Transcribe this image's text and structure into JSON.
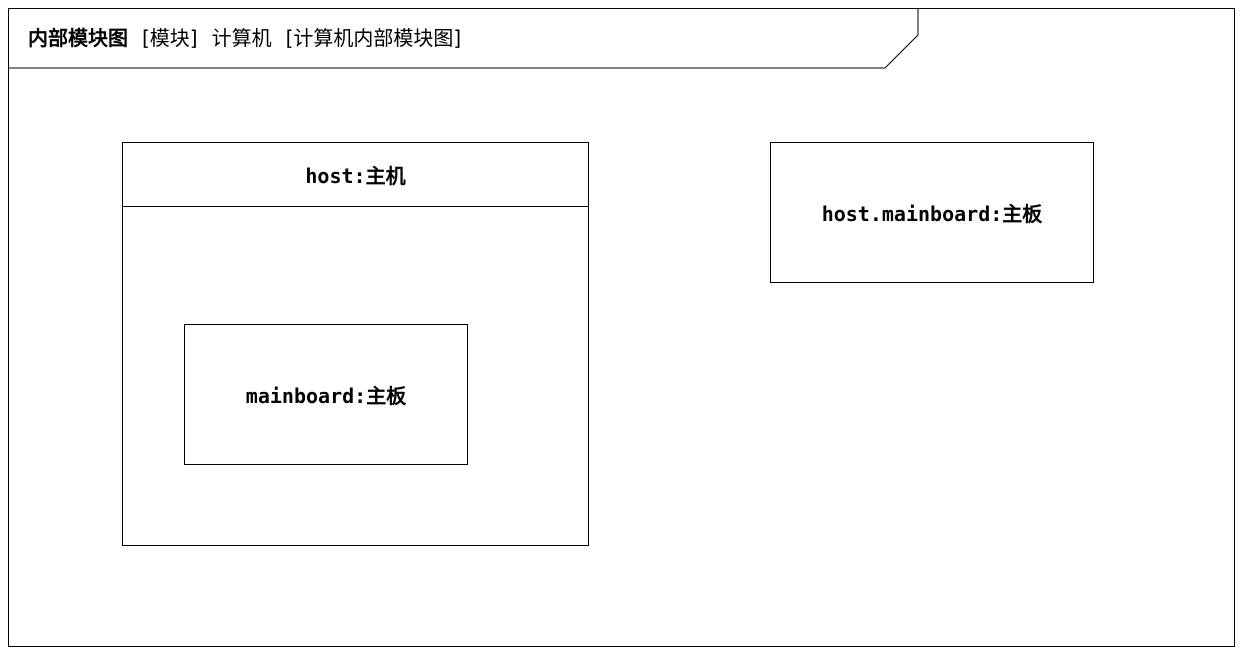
{
  "frame": {
    "kind": "内部模块图",
    "element_type": "[模块]",
    "element_name": "计算机",
    "diagram_name": "[计算机内部模块图]"
  },
  "host_block": {
    "label": "host:主机"
  },
  "mainboard_part": {
    "label": "mainboard:主板"
  },
  "host_mainboard_part": {
    "label": "host.mainboard:主板"
  }
}
